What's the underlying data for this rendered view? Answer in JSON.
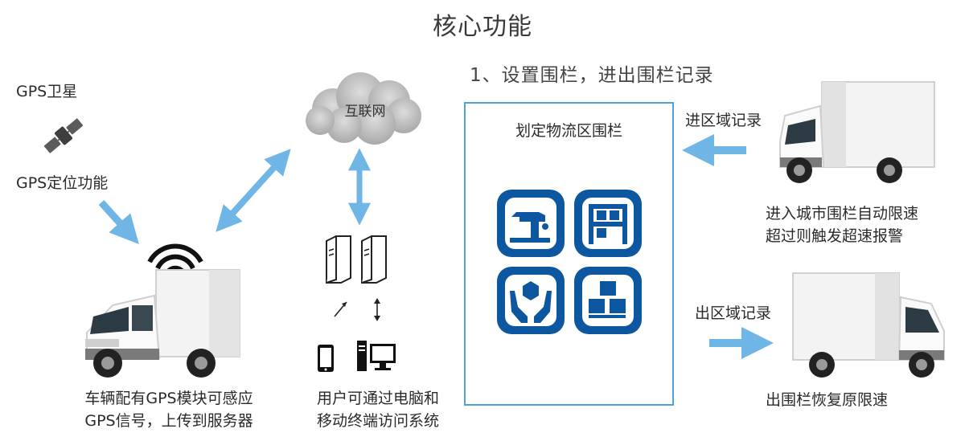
{
  "title": "核心功能",
  "subtitle": "1、设置围栏，进出围栏记录",
  "satellite": {
    "label": "GPS卫星",
    "function_label": "GPS定位功能",
    "icon": "satellite-icon"
  },
  "cloud": {
    "label": "互联网",
    "icon": "cloud-icon"
  },
  "vehicle": {
    "caption_line1": "车辆配有GPS模块可感应",
    "caption_line2": "GPS信号，上传到服务器",
    "icon": "truck-icon"
  },
  "servers": {
    "caption_line1": "用户可通过电脑和",
    "caption_line2": "移动终端访问系统",
    "icons": [
      "server-icon",
      "phone-icon",
      "computer-icon"
    ]
  },
  "fence": {
    "title": "划定物流区围栏",
    "icons": [
      "sewing-machine-icon",
      "shelf-icon",
      "hand-care-icon",
      "stacked-boxes-icon"
    ],
    "colors": {
      "brand_blue": "#0d57a0",
      "border_blue": "#4da3dc"
    }
  },
  "enter": {
    "label": "进区域记录",
    "caption_line1": "进入城市围栏自动限速",
    "caption_line2": "超过则触发超速报警"
  },
  "exit": {
    "label": "出区域记录",
    "caption": "出围栏恢复原限速"
  },
  "colors": {
    "arrow": "#6fb5e5",
    "text": "#2b2b2b"
  }
}
